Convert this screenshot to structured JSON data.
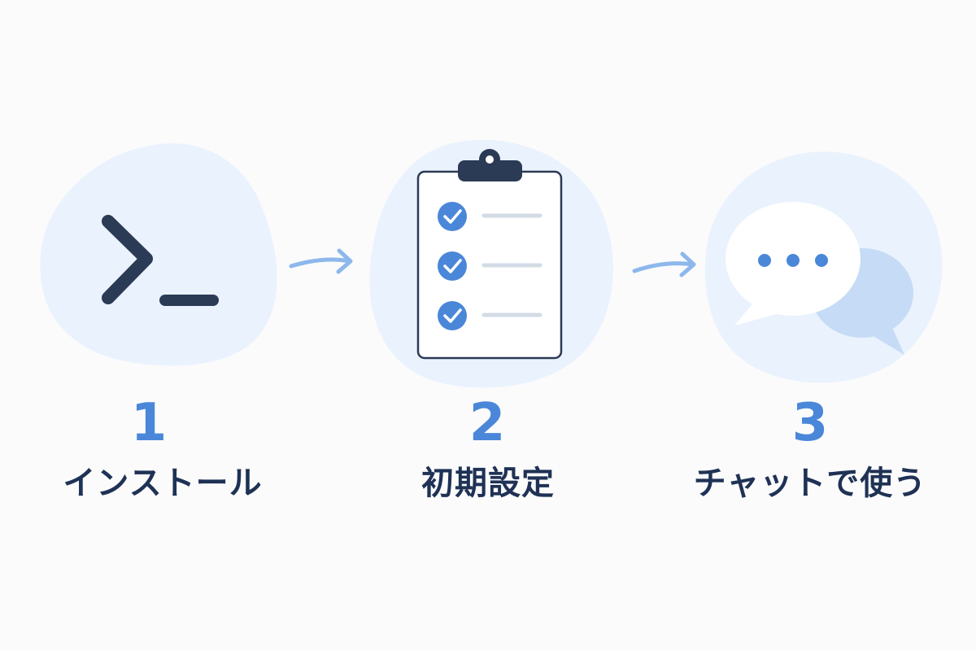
{
  "colors": {
    "background": "#fbfbfc",
    "blob": "#eaf2fd",
    "accent": "#4a87d9",
    "arrow": "#8db8ec",
    "dark": "#2b3a55",
    "label": "#1f3255",
    "line": "#d3dbe6",
    "bubble_back": "#c5dbf6",
    "bubble_front": "#ffffff"
  },
  "steps": [
    {
      "number": "1",
      "label": "インストール",
      "icon": "terminal-prompt-icon"
    },
    {
      "number": "2",
      "label": "初期設定",
      "icon": "clipboard-checklist-icon"
    },
    {
      "number": "3",
      "label": "チャットで使う",
      "icon": "chat-bubbles-icon"
    }
  ],
  "connectors": [
    "arrow-right-icon",
    "arrow-right-icon"
  ]
}
